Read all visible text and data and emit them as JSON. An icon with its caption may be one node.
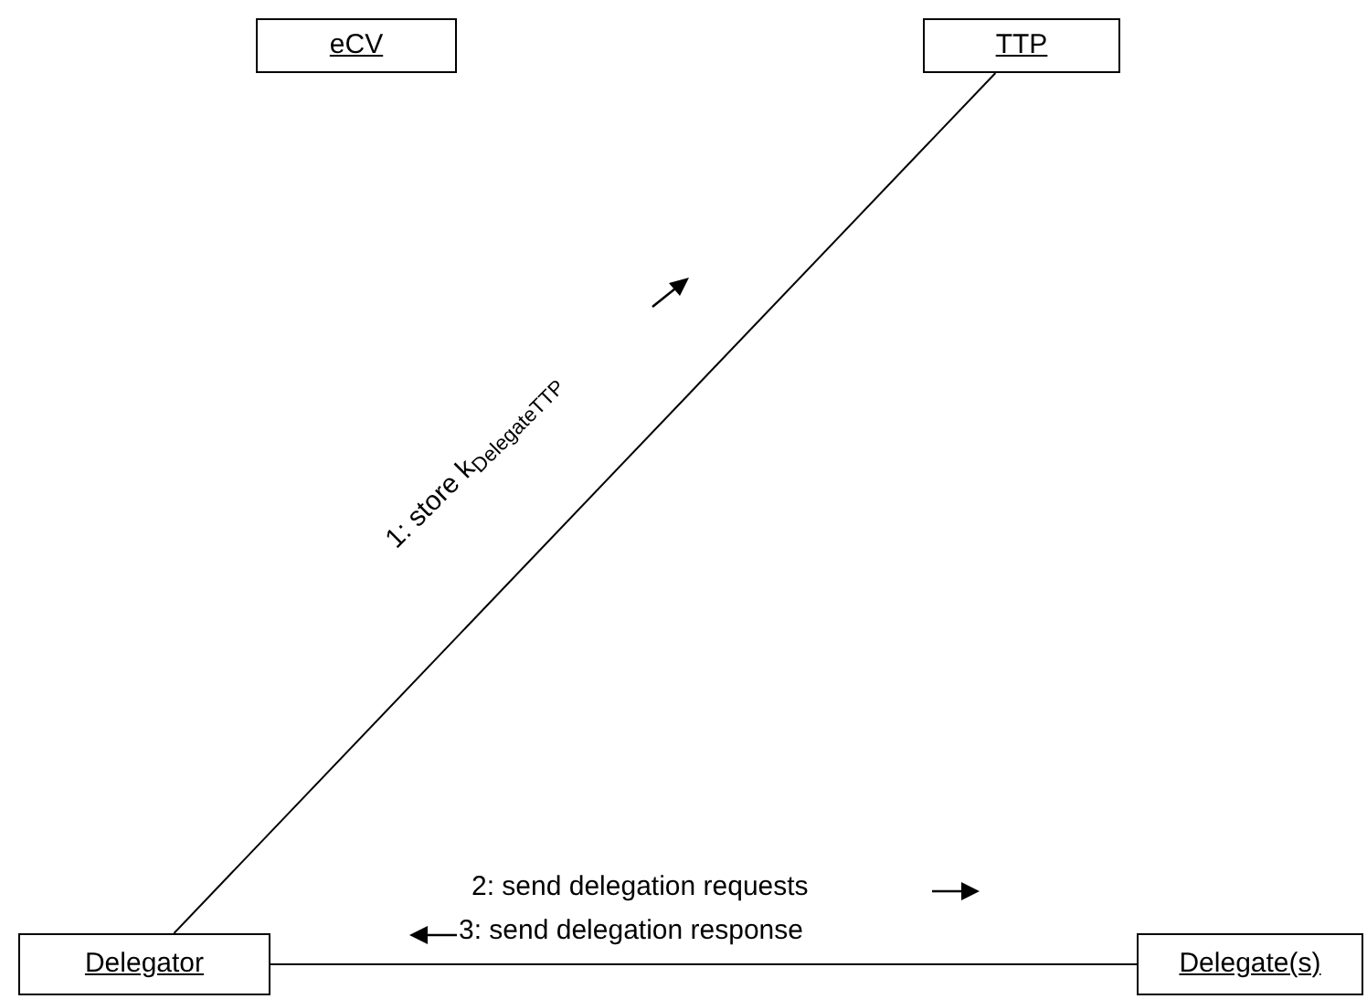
{
  "diagram": {
    "nodes": [
      {
        "text": [
          "eCV"
        ]
      },
      {
        "text": [
          "TTP"
        ]
      },
      {
        "text": [
          "Delegator"
        ]
      },
      {
        "text": [
          "Delegate(s)"
        ]
      }
    ],
    "edges": [
      {
        "from": 2,
        "to": 1,
        "arrow": "none"
      },
      {
        "from": 2,
        "to": 3,
        "arrow": "none"
      }
    ],
    "labels": [
      "1: store k$_{DelegateTTP}$",
      "2: send delegation requests",
      "3: send delegation response"
    ]
  }
}
